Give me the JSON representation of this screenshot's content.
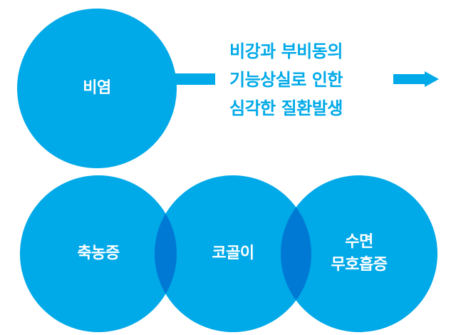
{
  "colors": {
    "primary": "#00a9e8",
    "overlap": "#0079d4"
  },
  "top": {
    "circle_label": "비염",
    "description": {
      "line1": "비강과 부비동의",
      "line2": "기능상실로 인한",
      "line3": "심각한 질환발생"
    }
  },
  "bottom": {
    "circles": [
      {
        "label": "축농증"
      },
      {
        "label": "코골이"
      },
      {
        "label": "수면\n무호흡증"
      }
    ]
  }
}
